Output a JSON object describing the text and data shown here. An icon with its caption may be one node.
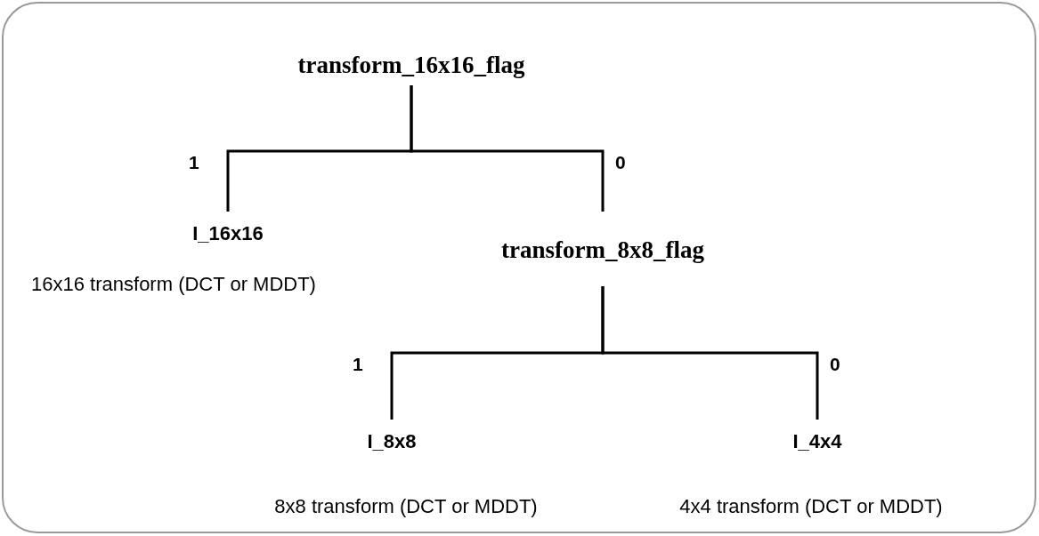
{
  "diagram": {
    "nodes": [
      {
        "text": [
          "transform_16x16_flag"
        ]
      },
      {
        "text": [
          "I_16x16"
        ],
        "beside": [
          "16x16 transform (DCT or MDDT)"
        ]
      },
      {
        "text": [
          "transform_8x8_flag"
        ]
      },
      {
        "text": [
          "I_8x8"
        ],
        "beside": [
          "8x8 transform (DCT or MDDT)"
        ]
      },
      {
        "text": [
          "I_4x4"
        ],
        "beside": [
          "4x4 transform (DCT or MDDT)"
        ]
      }
    ],
    "edges": [
      {
        "from": 0,
        "to": 1,
        "arrow": "none",
        "label": "1"
      },
      {
        "from": 0,
        "to": 2,
        "arrow": "none",
        "label": "0"
      },
      {
        "from": 2,
        "to": 3,
        "arrow": "none",
        "label": "1"
      },
      {
        "from": 2,
        "to": 4,
        "arrow": "none",
        "label": "0"
      }
    ]
  }
}
